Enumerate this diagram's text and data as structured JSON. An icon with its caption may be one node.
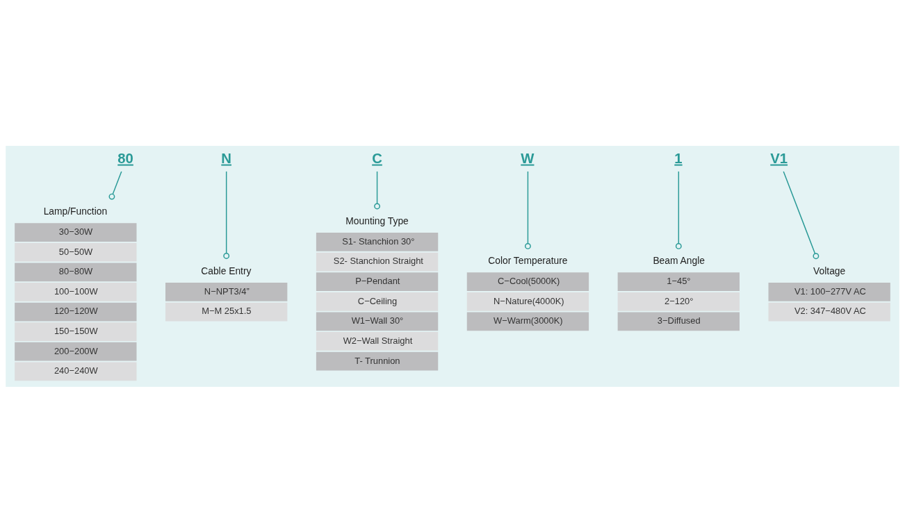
{
  "diagram": {
    "nodes": [
      {
        "text": [
          "80"
        ]
      },
      {
        "text": [
          "N"
        ]
      },
      {
        "text": [
          "C"
        ]
      },
      {
        "text": [
          "W"
        ]
      },
      {
        "text": [
          "1"
        ]
      },
      {
        "text": [
          "V1"
        ]
      },
      {
        "text": [
          "Lamp/Function",
          "30−30W",
          "50−50W",
          "80−80W",
          "100−100W",
          "120−120W",
          "150−150W",
          "200−200W",
          "240−240W"
        ]
      },
      {
        "text": [
          "Cable Entry",
          "N−NPT3/4”",
          "M−M 25x1.5"
        ]
      },
      {
        "text": [
          "Mounting Type",
          "S1- Stanchion 30°",
          "S2- Stanchion Straight",
          "P−Pendant",
          "C−Ceiling",
          "W1−Wall 30°",
          "W2−Wall Straight",
          "T- Trunnion"
        ]
      },
      {
        "text": [
          "Color Temperature",
          "C−Cool(5000K)",
          "N−Nature(4000K)",
          "W−Warm(3000K)"
        ]
      },
      {
        "text": [
          "Beam Angle",
          "1−45°",
          "2−120°",
          "3−Diffused"
        ]
      },
      {
        "text": [
          "Voltage",
          "V1: 100−277V AC",
          "V2: 347−480V AC"
        ]
      }
    ],
    "edges": [
      {
        "from": 0,
        "to": 6,
        "arrow": "other"
      },
      {
        "from": 1,
        "to": 7,
        "arrow": "other"
      },
      {
        "from": 2,
        "to": 8,
        "arrow": "other"
      },
      {
        "from": 3,
        "to": 9,
        "arrow": "other"
      },
      {
        "from": 4,
        "to": 10,
        "arrow": "other"
      },
      {
        "from": 5,
        "to": 11,
        "arrow": "other"
      }
    ]
  }
}
